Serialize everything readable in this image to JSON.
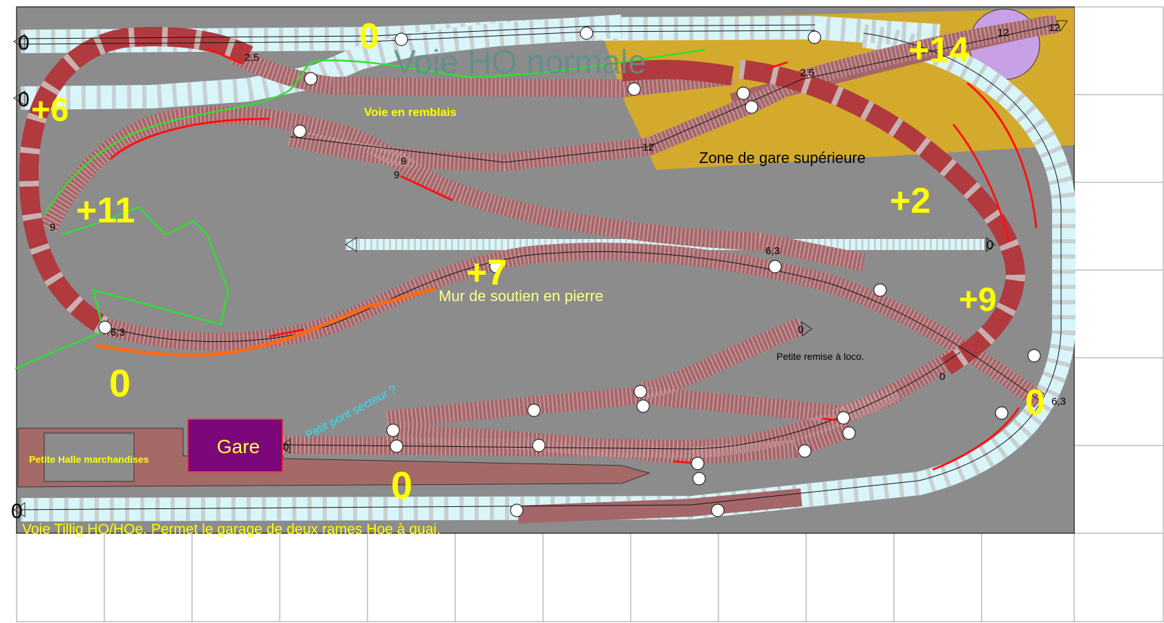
{
  "title": "Voie HO normale",
  "labels": {
    "upper_station_zone": "Zone de gare supérieure",
    "embankment_track": "Voie en remblais",
    "retaining_wall": "Mur de soutien en pierre",
    "loco_shed": "Petite remise à loco.",
    "small_bridge": "Petit pont secteur ?",
    "station": "Gare",
    "goods_hall": "Petite Halle marchandises",
    "tillig_track": "Voie Tillig HO/HOe. Permet le garage de deux rames Hoe à quai."
  },
  "elevations": {
    "top_zero": "0",
    "plus6": "+6",
    "plus11": "+11",
    "plus7": "+7",
    "plus14": "+14",
    "plus2": "+2",
    "plus9": "+9",
    "left_zero": "0",
    "bottom_zero": "0",
    "right_zero": "0"
  },
  "track_marks": {
    "end_top_left": "0",
    "end_mid_left": "0",
    "end_bottom_left": "0",
    "end_center_buffer": "0",
    "end_shed": "0",
    "end_station": "0",
    "end_right_lower": "0",
    "grade_25_left": "2,5",
    "grade_25_right": "2,5",
    "grade_12_mid": "12",
    "grade_12_top": "12",
    "grade_12_turntable": "12",
    "grade_9_a": "9",
    "grade_9_b": "9",
    "grade_9_left": "9",
    "grade_63_left": "6,3",
    "grade_63_mid": "6,3",
    "grade_63_right": "6,3"
  },
  "colors": {
    "board": "#8c8c8c",
    "ho_track": "#d8f6fa",
    "hoe_track": "#a5666a",
    "ramp_track": "#b03a3e",
    "upper_zone": "#d3aa2c",
    "station_building": "#7c077a",
    "goods_platform": "#a56a68",
    "turntable": "#c8a0e6",
    "elevation_text": "#ffff00",
    "retaining_wall": "#ff6a14",
    "contour": "#2ee02e",
    "bridge_text": "#30e0f0"
  }
}
